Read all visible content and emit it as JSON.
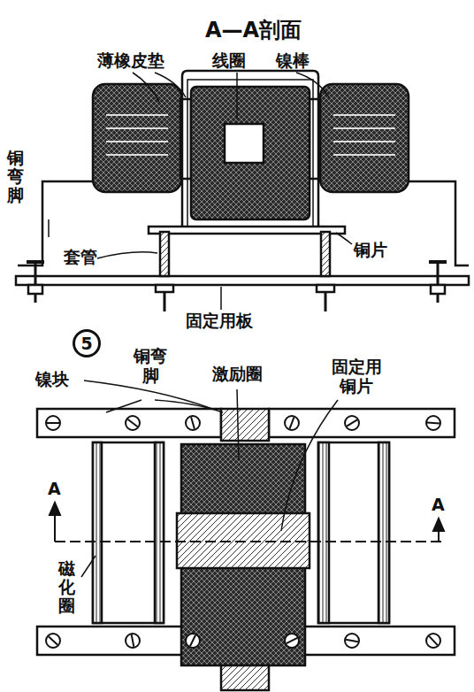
{
  "diagram": {
    "title": "A—A剖面",
    "labels": [
      "薄橡皮垫",
      "线圈",
      "镍棒",
      "铜弯脚",
      "套管",
      "铜片",
      "固定用板",
      "5",
      "铜弯脚",
      "镍块",
      "激励圈",
      "固定用铜片",
      "A",
      "A",
      "磁化圈"
    ]
  }
}
